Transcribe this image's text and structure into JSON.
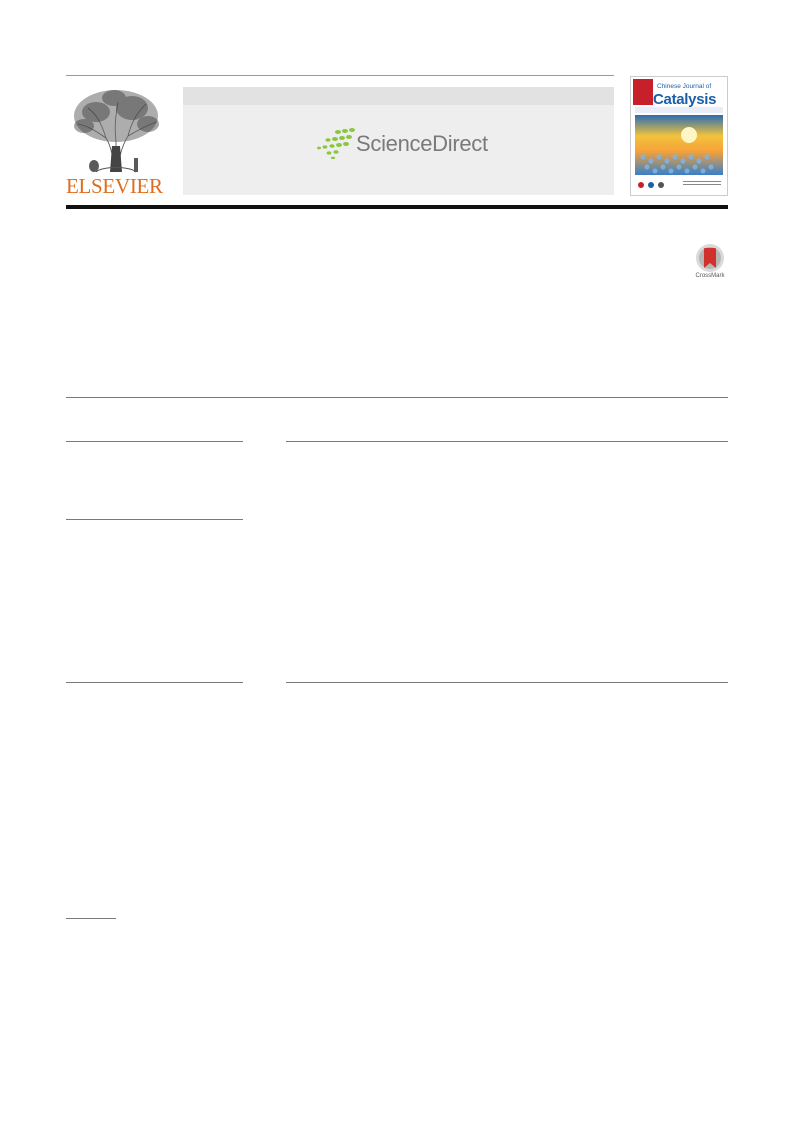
{
  "header": {
    "publisher_wordmark": "ELSEVIER",
    "platform_wordmark": "ScienceDirect",
    "journal_cover_title": "Catalysis",
    "journal_cover_prefix": "Chinese Journal of"
  },
  "crossmark": {
    "label": "CrossMark"
  },
  "colors": {
    "publisher_orange": "#e06d1e",
    "sciencedirect_green": "#8cc63f",
    "cover_blue": "#1a5fa8",
    "cover_orange": "#f6a33a"
  },
  "icons": {
    "publisher_logo": "elsevier-tree-icon",
    "platform_logo": "sciencedirect-dots-icon",
    "crossmark": "crossmark-icon"
  }
}
